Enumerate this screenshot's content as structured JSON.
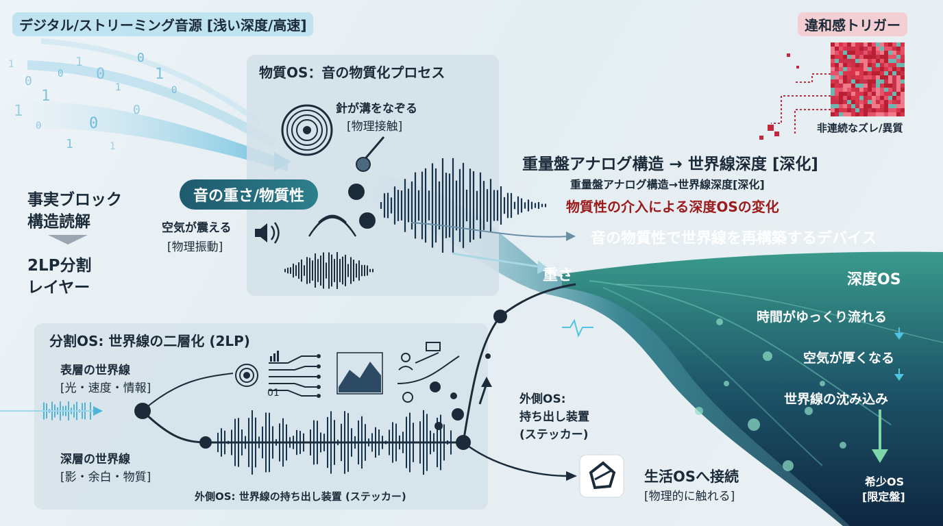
{
  "top_left_tag": "デジタル/ストリーミング音源 [浅い深度/高速]",
  "top_right_tag": "違和感トリガー",
  "glitch_caption": "非連続なズレ/異質",
  "left_text": {
    "block1_line1": "事実ブロック",
    "block1_line2": "構造読解",
    "block2_line1": "2LP分割",
    "block2_line2": "レイヤー"
  },
  "material_panel": {
    "title": "物質OS：音の物質化プロセス",
    "needle_line1": "針が溝をなぞる",
    "needle_line2": "[物理接触]",
    "air_line1": "空気が震える",
    "air_line2": "[物理振動]",
    "pill": "音の重さ/物質性"
  },
  "analog": {
    "title": "重量盤アナログ構造 → 世界線深度 [深化]",
    "subtitle": "重量盤アナログ構造→世界線深度[深化]",
    "red_text": "物質性の介入による深度OSの変化",
    "banner": "音の物質性で世界線を再構築するデバイス",
    "weight_label": "重さ"
  },
  "depth_os": {
    "title": "深度OS",
    "step1": "時間がゆっくり流れる",
    "step2": "空気が厚くなる",
    "step3": "世界線の沈み込み",
    "rare_line1": "希少OS",
    "rare_line2": "[限定盤]"
  },
  "split_panel": {
    "title": "分割OS: 世界線の二層化 (2LP)",
    "surface_line1": "表層の世界線",
    "surface_line2": "[光・速度・情報]",
    "deep_line1": "深層の世界線",
    "deep_line2": "[影・余白・物質]",
    "bottom_caption": "外側OS: 世界線の持ち出し装置 (ステッカー)",
    "binary_digits": "01"
  },
  "outer_os": {
    "line1": "外側OS:",
    "line2": "持ち出し装置",
    "line3": "(ステッカー)"
  },
  "life_os": {
    "line1": "生活OSへ接続",
    "line2": "[物理的に触れる]"
  },
  "binary_stream": [
    "1",
    "0",
    "1",
    "0",
    "1",
    "0",
    "1",
    "0",
    "1",
    "0",
    "1",
    "0",
    "1",
    "0",
    "1",
    "0"
  ],
  "colors": {
    "navy": "#122e48",
    "teal": "#1f6f78",
    "cyan": "#4fc3e0",
    "red_text": "#9b1b1b",
    "glitch_red": "#d8344a",
    "tag_blue": "#bfe3f0",
    "tag_pink": "#f3cfd3"
  }
}
